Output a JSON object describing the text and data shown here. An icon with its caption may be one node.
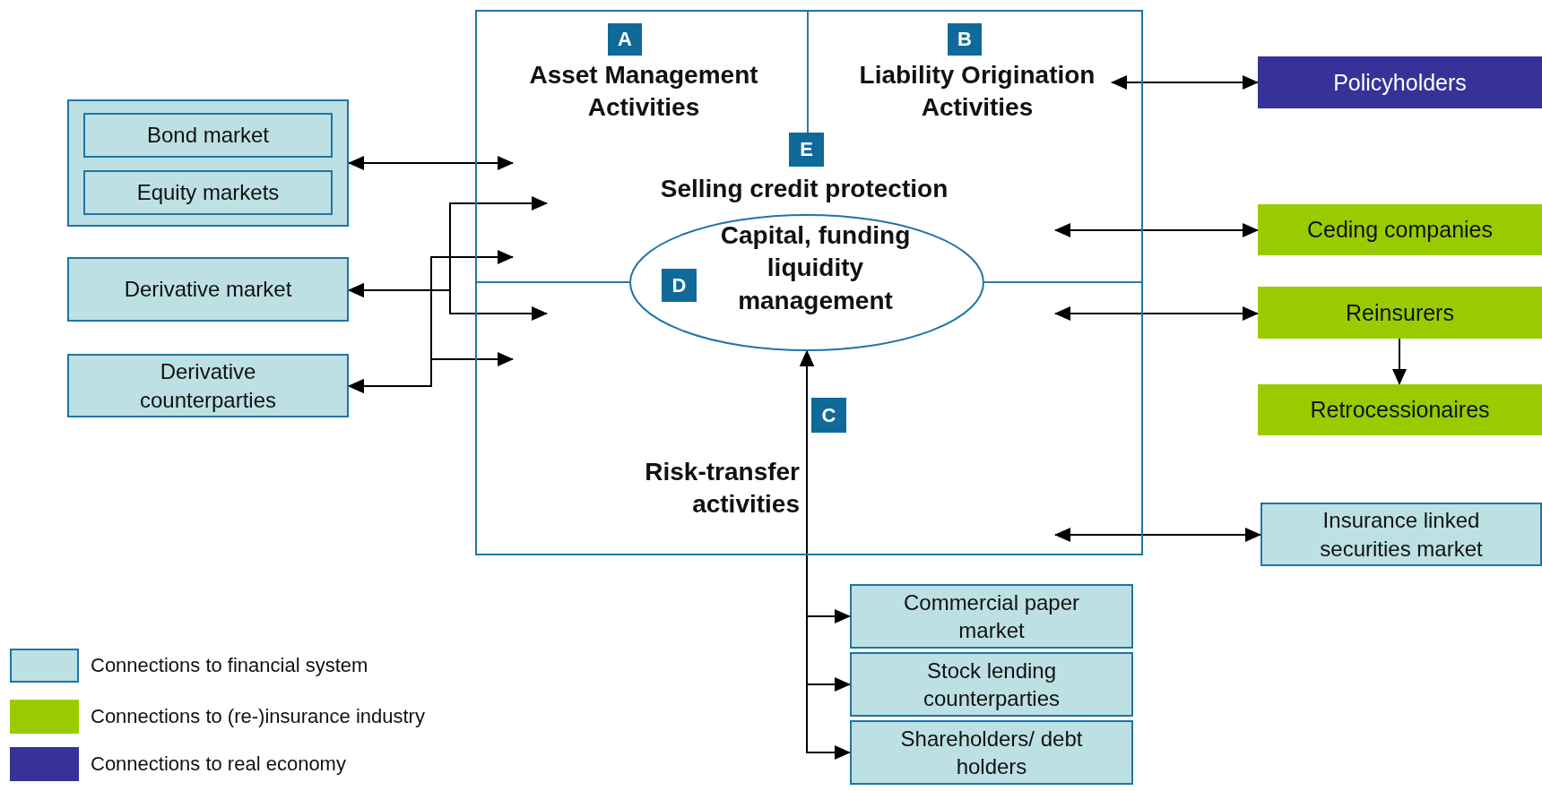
{
  "diagram": {
    "nodes": [
      {
        "text": [],
        "shape": "box"
      },
      {
        "text": [
          "A"
        ],
        "in": 0
      },
      {
        "text": [
          "Asset Management Activities"
        ],
        "in": 0
      },
      {
        "text": [
          "B"
        ],
        "in": 0
      },
      {
        "text": [
          "Liability Origination Activities"
        ],
        "in": 0
      },
      {
        "text": [
          "E"
        ],
        "in": 0
      },
      {
        "text": [
          "Selling credit protection"
        ],
        "in": 0
      },
      {
        "text": [
          "Capital, funding liquidity management"
        ],
        "in": 0
      },
      {
        "text": [
          "D"
        ],
        "in": 7
      },
      {
        "text": [
          "C"
        ],
        "in": 0
      },
      {
        "text": [
          "Risk-transfer activities"
        ],
        "in": 0
      },
      {
        "text": [
          "Policyholders"
        ]
      },
      {
        "text": [],
        "shape": "box"
      },
      {
        "text": [
          "Bond market"
        ],
        "in": 12
      },
      {
        "text": [
          "Equity markets"
        ],
        "in": 12
      },
      {
        "text": [
          "Derivative market"
        ]
      },
      {
        "text": [
          "Derivative counterparties"
        ]
      },
      {
        "text": [
          "Ceding companies"
        ]
      },
      {
        "text": [
          "Reinsurers"
        ]
      },
      {
        "text": [
          "Retrocessionaires"
        ]
      },
      {
        "text": [
          "Insurance linked securities market"
        ]
      },
      {
        "text": [
          "Commercial paper market"
        ]
      },
      {
        "text": [
          "Stock lending counterparties"
        ]
      },
      {
        "text": [
          "Shareholders/ debt holders"
        ]
      }
    ],
    "edges": [
      {
        "from": 12,
        "to": 0,
        "arrow": "both"
      },
      {
        "from": 15,
        "to": 0,
        "arrow": "both"
      },
      {
        "from": 15,
        "to": 0,
        "arrow": "both"
      },
      {
        "from": 16,
        "to": 0,
        "arrow": "both"
      },
      {
        "from": 16,
        "to": 0,
        "arrow": "both"
      },
      {
        "from": 4,
        "to": 11,
        "arrow": "both"
      },
      {
        "from": 0,
        "to": 17,
        "arrow": "both"
      },
      {
        "from": 0,
        "to": 18,
        "arrow": "both"
      },
      {
        "from": 18,
        "to": 19,
        "arrow": "to"
      },
      {
        "from": 0,
        "to": 20,
        "arrow": "both"
      },
      {
        "from": 7,
        "to": 21,
        "arrow": "both"
      },
      {
        "from": 7,
        "to": 22,
        "arrow": "both"
      },
      {
        "from": 7,
        "to": 23,
        "arrow": "both"
      }
    ],
    "legend": [
      {
        "text": "Connections to financial system",
        "color": "#bce0e3"
      },
      {
        "text": "Connections to (re-)insurance industry",
        "color": "#99cc00"
      },
      {
        "text": "Connections to real economy",
        "color": "#363298"
      }
    ]
  }
}
